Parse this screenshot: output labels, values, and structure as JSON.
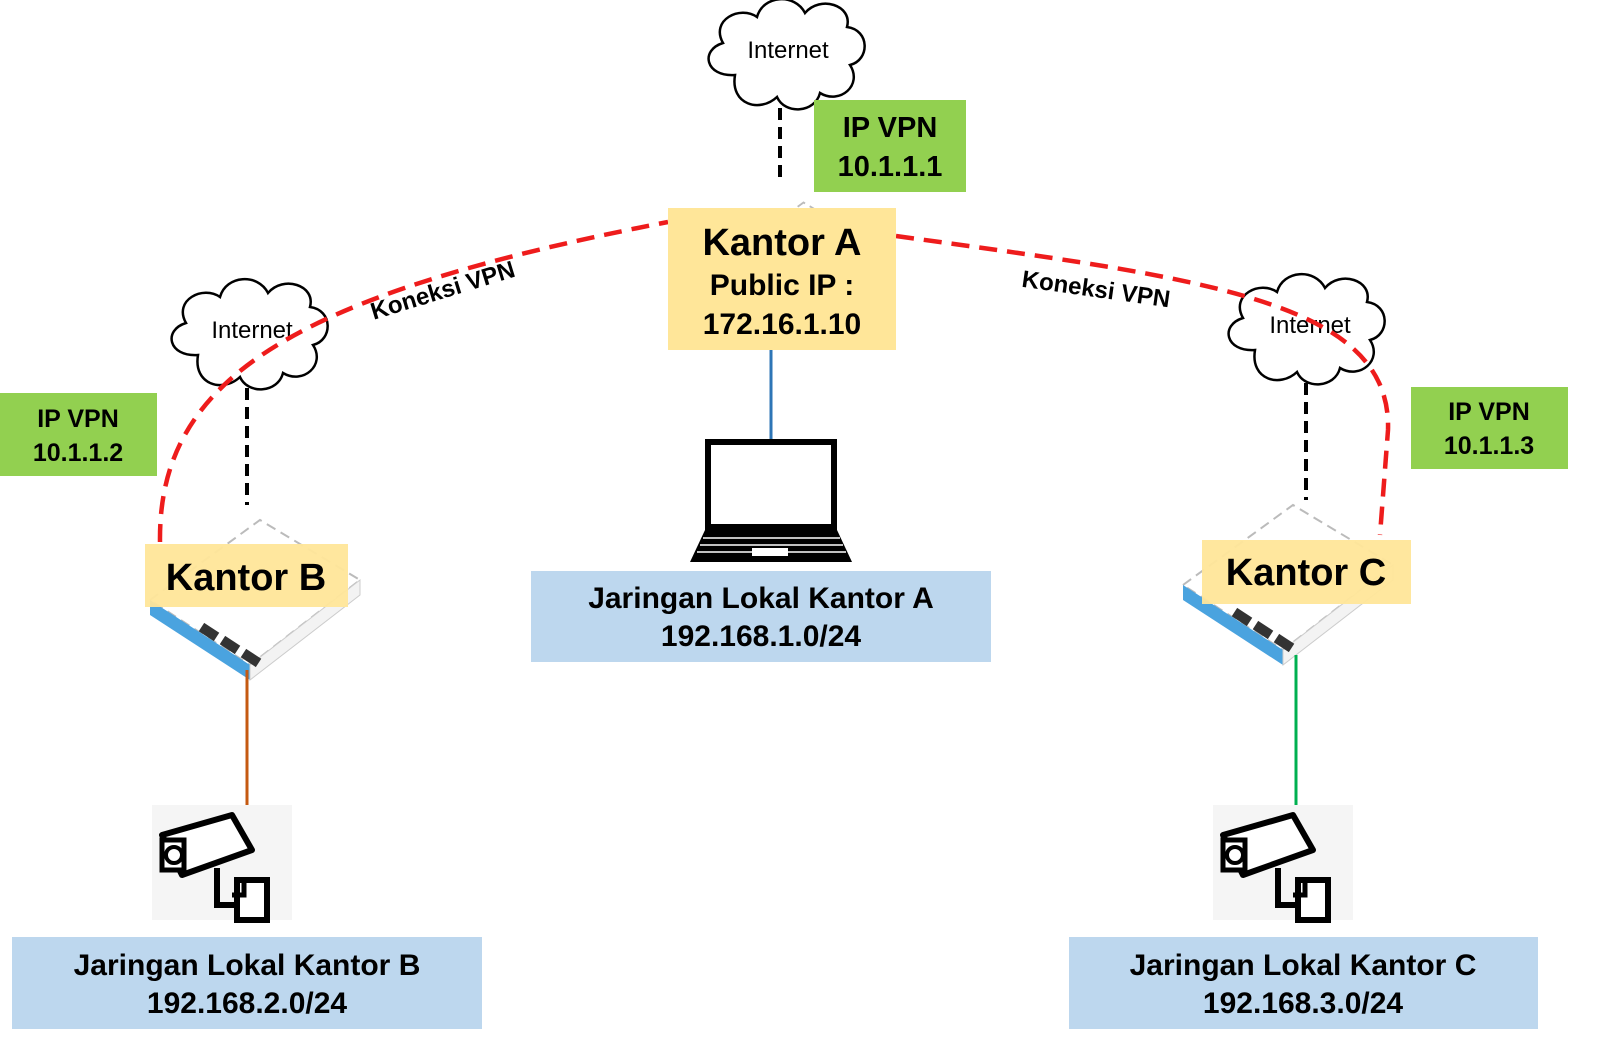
{
  "clouds": {
    "a": "Internet",
    "b": "Internet",
    "c": "Internet"
  },
  "vpn_ips": {
    "a": {
      "label": "IP VPN",
      "ip": "10.1.1.1"
    },
    "b": {
      "label": "IP VPN",
      "ip": "10.1.1.2"
    },
    "c": {
      "label": "IP VPN",
      "ip": "10.1.1.3"
    }
  },
  "offices": {
    "a": {
      "name": "Kantor A",
      "public_ip_label": "Public IP :",
      "public_ip": "172.16.1.10"
    },
    "b": {
      "name": "Kantor B"
    },
    "c": {
      "name": "Kantor C"
    }
  },
  "vpn_links": {
    "left": "Koneksi VPN",
    "right": "Koneksi VPN"
  },
  "lans": {
    "a": {
      "name": "Jaringan Lokal Kantor A",
      "subnet": "192.168.1.0/24"
    },
    "b": {
      "name": "Jaringan Lokal Kantor B",
      "subnet": "192.168.2.0/24"
    },
    "c": {
      "name": "Jaringan Lokal Kantor C",
      "subnet": "192.168.3.0/24"
    }
  },
  "colors": {
    "vpn_link": "#ee1c1c",
    "ip_vpn_box": "#92d050",
    "office_box": "#ffe699",
    "lan_box": "#bdd7ee",
    "link_a": "#2e75b6",
    "link_b": "#c55a11",
    "link_c": "#00b050"
  },
  "icons": [
    "cloud-icon",
    "router-icon",
    "laptop-icon",
    "cctv-camera-icon"
  ]
}
